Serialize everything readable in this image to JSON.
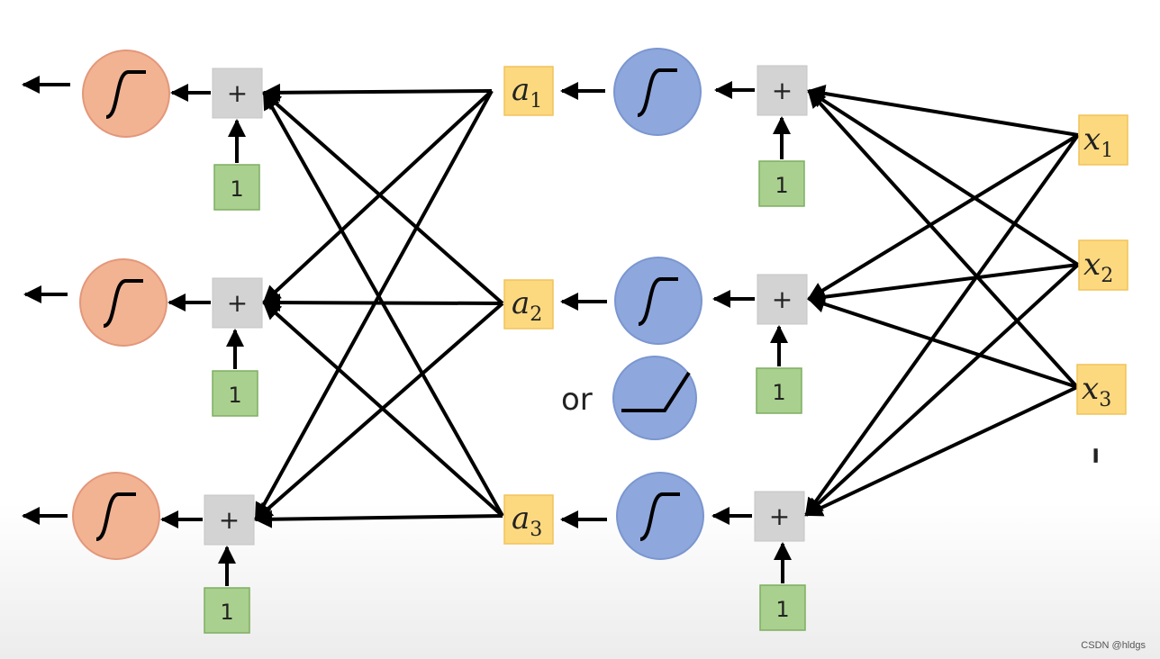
{
  "diagram": {
    "plus_symbol": "+",
    "bias_value": "1",
    "or_label": "or",
    "continuation": "......",
    "watermark": "CSDN @hldgs",
    "hidden_units": [
      {
        "var": "a",
        "sub": "1"
      },
      {
        "var": "a",
        "sub": "2"
      },
      {
        "var": "a",
        "sub": "3"
      }
    ],
    "inputs": [
      {
        "var": "x",
        "sub": "1"
      },
      {
        "var": "x",
        "sub": "2"
      },
      {
        "var": "x",
        "sub": "3"
      }
    ],
    "output_activation": "sigmoid-icon",
    "hidden_activation": "sigmoid-icon",
    "alternative_activation": "relu-icon",
    "colors": {
      "output_neuron_fill": "#f2b393",
      "output_neuron_stroke": "#e3977a",
      "hidden_neuron_fill": "#8ea7dd",
      "hidden_neuron_stroke": "#7b96cf",
      "sum_box_fill": "#d3d3d3",
      "bias_box_fill": "#a9d08e",
      "bias_box_stroke": "#7fae62",
      "variable_box_fill": "#fcd97f",
      "variable_box_stroke": "#f1c35a",
      "line": "#000000"
    }
  }
}
